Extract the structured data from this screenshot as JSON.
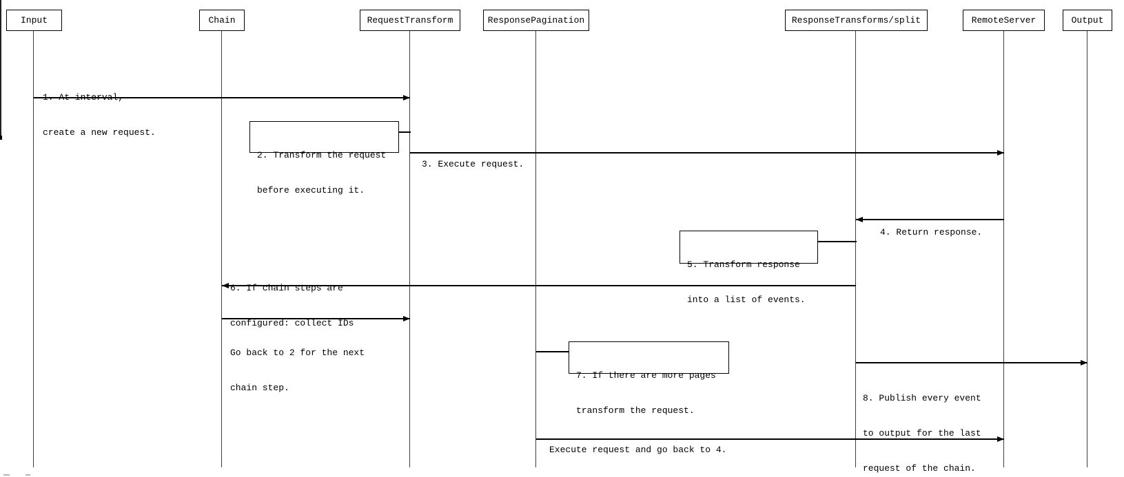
{
  "diagram": {
    "type": "sequence-diagram",
    "participants": [
      {
        "label": "Input"
      },
      {
        "label": "Chain"
      },
      {
        "label": "RequestTransform"
      },
      {
        "label": "ResponsePagination"
      },
      {
        "label": "ResponseTransforms/split"
      },
      {
        "label": "RemoteServer"
      },
      {
        "label": "Output"
      }
    ],
    "messages": {
      "m1": {
        "from": "Input",
        "to": "RequestTransform",
        "direction": "right",
        "lines": [
          "1. At interval,",
          "create a new request."
        ]
      },
      "m3": {
        "from": "RequestTransform",
        "to": "RemoteServer",
        "direction": "right",
        "lines": [
          "3. Execute request."
        ]
      },
      "m4": {
        "from": "RemoteServer",
        "to": "ResponseTransforms/split",
        "direction": "left",
        "lines": [
          "4. Return response."
        ]
      },
      "m6": {
        "from": "ResponseTransforms/split",
        "to": "Chain",
        "direction": "left",
        "lines": [
          "6. If chain steps are",
          "configured: collect IDs"
        ]
      },
      "go_back": {
        "from": "Chain",
        "to": "RequestTransform",
        "direction": "right",
        "lines": [
          "Go back to 2 for the next",
          "chain step."
        ]
      },
      "m8": {
        "from": "ResponseTransforms/split",
        "to": "Output",
        "direction": "right",
        "lines": [
          "8. Publish every event",
          "to output for the last",
          "request of the chain."
        ]
      },
      "execute_again": {
        "from": "ResponsePagination",
        "to": "RemoteServer",
        "direction": "right",
        "lines": [
          "Execute request and go back to 4."
        ]
      }
    },
    "notes": {
      "n2": {
        "attached_to": "RequestTransform",
        "lines": [
          "2. Transform the request",
          "before executing it."
        ]
      },
      "n5": {
        "attached_to": "ResponseTransforms/split",
        "lines": [
          "5. Transform response",
          "into a list of events."
        ]
      },
      "n7": {
        "attached_to": "ResponsePagination",
        "lines": [
          "7. If there are more pages",
          "transform the request."
        ]
      }
    },
    "colors": {
      "background": "#ffffff",
      "box_border": "#000000",
      "lifeline": "#3d3d3d",
      "arrow": "#000000",
      "text": "#000000"
    }
  }
}
